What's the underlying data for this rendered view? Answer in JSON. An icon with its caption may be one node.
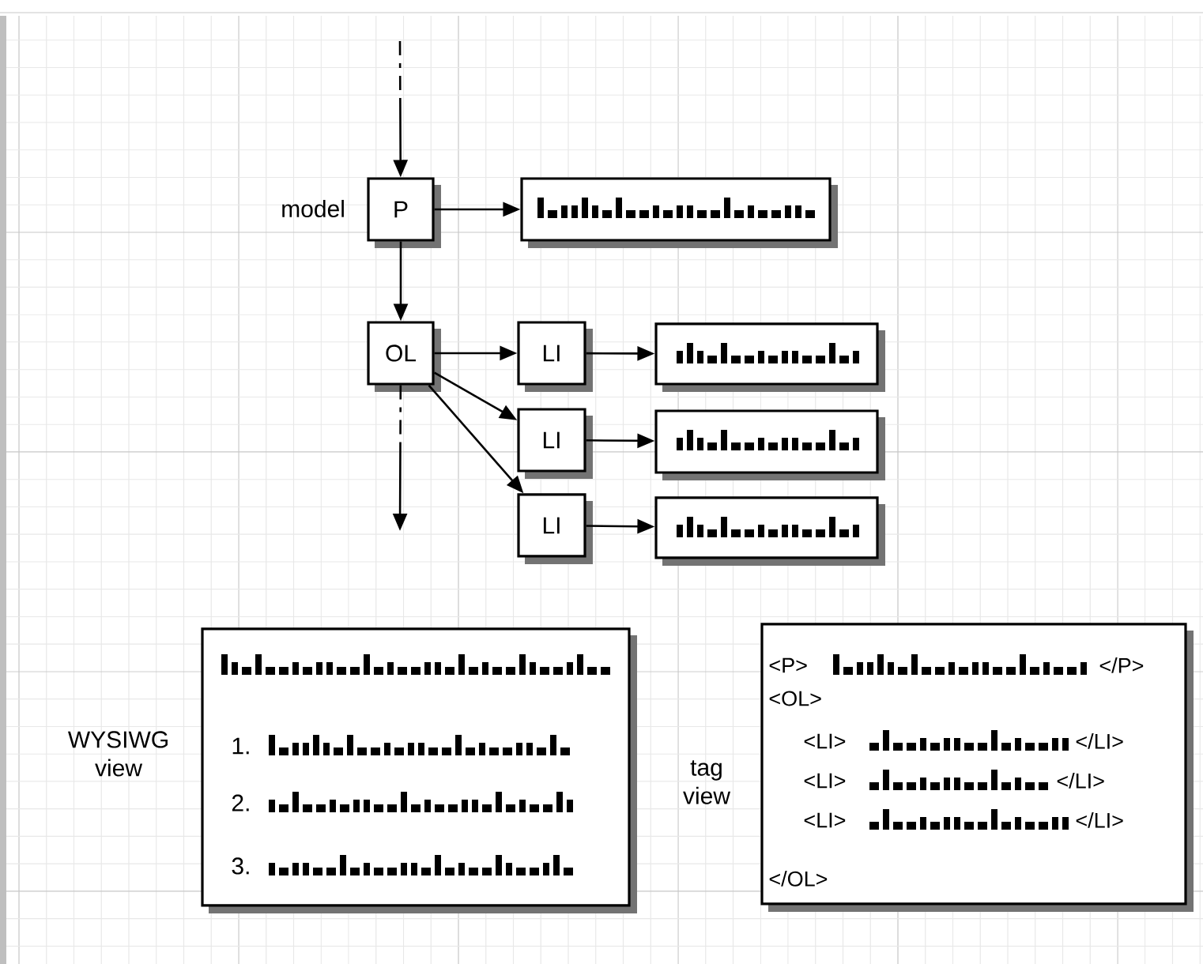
{
  "diagram": {
    "nodes": [
      {
        "text": [
          "P"
        ]
      },
      {
        "text": [],
        "shape": "box"
      },
      {
        "text": [
          "OL"
        ]
      },
      {
        "text": [
          "LI"
        ]
      },
      {
        "text": [
          "LI"
        ]
      },
      {
        "text": [
          "LI"
        ]
      },
      {
        "text": [],
        "shape": "box"
      },
      {
        "text": [],
        "shape": "box"
      },
      {
        "text": [],
        "shape": "box"
      },
      {
        "text": [
          "1.",
          "2.",
          "3."
        ],
        "beside": [
          "WYSIWG view"
        ]
      },
      {
        "text": [
          "<P>",
          "</P>",
          "<OL>",
          "<LI>",
          "</LI>",
          "<LI>",
          "</LI>",
          "<LI>",
          "</LI>",
          "</OL>"
        ],
        "beside": [
          "tag view"
        ]
      }
    ],
    "edges": [
      {
        "from": null,
        "to": 0,
        "arrow": "to",
        "style": "dashed"
      },
      {
        "from": 0,
        "to": 1,
        "arrow": "to"
      },
      {
        "from": 0,
        "to": 2,
        "arrow": "to"
      },
      {
        "from": 2,
        "to": 3,
        "arrow": "to"
      },
      {
        "from": 2,
        "to": 4,
        "arrow": "to"
      },
      {
        "from": 2,
        "to": 5,
        "arrow": "to"
      },
      {
        "from": 3,
        "to": 6,
        "arrow": "to"
      },
      {
        "from": 4,
        "to": 7,
        "arrow": "to"
      },
      {
        "from": 5,
        "to": 8,
        "arrow": "to"
      },
      {
        "from": 2,
        "to": null,
        "arrow": "to",
        "style": "dashed"
      }
    ],
    "labels": [
      "model"
    ]
  }
}
